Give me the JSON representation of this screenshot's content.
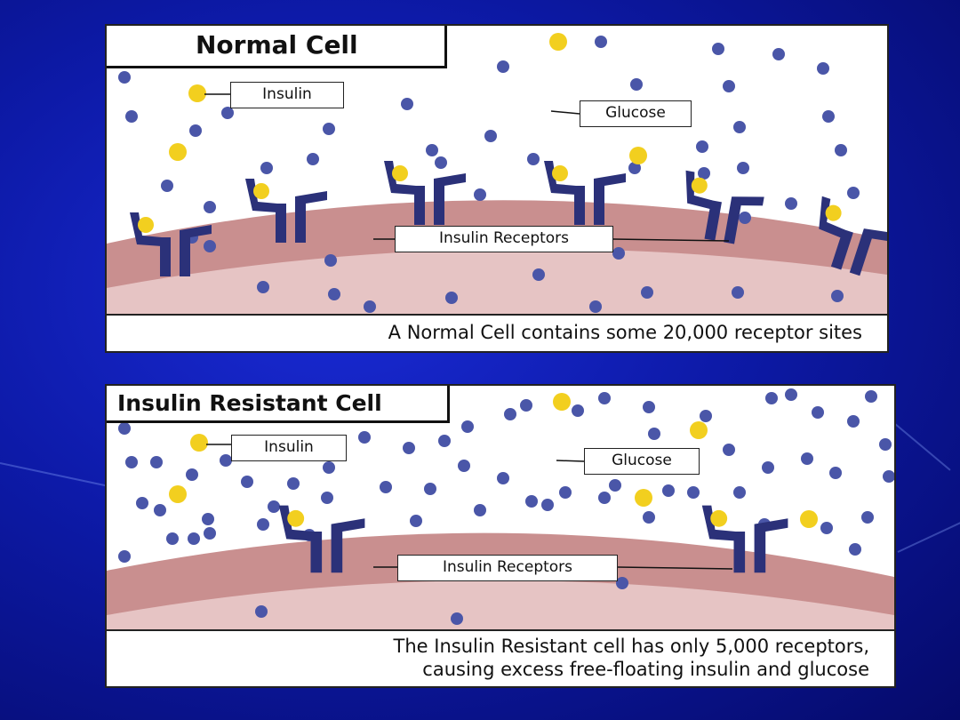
{
  "colors": {
    "glucose": "#4a56a8",
    "insulin": "#f2cf1f",
    "receptor": "#2b3179",
    "membrane_outer": "#c98f8f",
    "cytoplasm": "#e6c4c4"
  },
  "normal_panel": {
    "title": "Normal Cell",
    "insulin_label": "Insulin",
    "glucose_label": "Glucose",
    "receptors_label": "Insulin Receptors",
    "caption_line1": "A Normal Cell contains some 20,000 receptor sites"
  },
  "resistant_panel": {
    "title": "Insulin Resistant Cell",
    "insulin_label": "Insulin",
    "glucose_label": "Glucose",
    "receptors_label": "Insulin Receptors",
    "caption_line1": "The Insulin Resistant cell has only 5,000 receptors,",
    "caption_line2": "causing excess free-floating insulin and glucose"
  }
}
